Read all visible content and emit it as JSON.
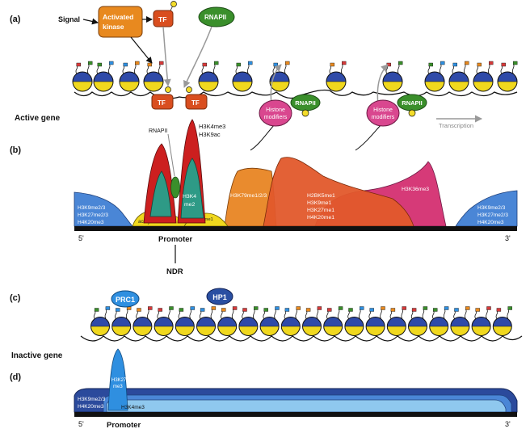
{
  "panel_labels": {
    "a": "(a)",
    "b": "(b)",
    "c": "(c)",
    "d": "(d)"
  },
  "sections": {
    "active": "Active gene",
    "inactive": "Inactive gene"
  },
  "panel_a": {
    "signal": "Signal",
    "kinase": [
      "Activated",
      "kinase"
    ],
    "tf": "TF",
    "rnapii": "RNAPII",
    "histone_modifiers": [
      "Histone",
      "modifiers"
    ],
    "transcription": "Transcription"
  },
  "panel_b": {
    "rnapii": "RNAPII",
    "h3k4me3": "H3K4me3",
    "h3k9ac": "H3K9ac",
    "h3k4me2": [
      "H3K4",
      "me2"
    ],
    "acetylation": "acetylation",
    "h3k4me1": "H3K4me1",
    "h3k79": "H3K79me1/2/3",
    "h2bk5_group": [
      "H2BK5me1",
      "H3K9me1",
      "H3K27me1",
      "H4K20me1"
    ],
    "h3k36": "H3K36me3",
    "repressive_left": [
      "H3K9me2/3",
      "H3K27me2/3",
      "H4K20me3"
    ],
    "repressive_right": [
      "H3K9me2/3",
      "H3K27me2/3",
      "H4K20me3"
    ],
    "five_prime": "5'",
    "three_prime": "3'",
    "promoter": "Promoter",
    "ndr": "NDR"
  },
  "panel_c": {
    "prc1": "PRC1",
    "hp1": "HP1"
  },
  "panel_d": {
    "h3k27me3": [
      "H3K27",
      "me3"
    ],
    "repressive": [
      "H3K9me2/3",
      "H4K20me3"
    ],
    "h3k4me3": "H3K4me3",
    "five_prime": "5'",
    "three_prime": "3'",
    "promoter": "Promoter"
  },
  "colors": {
    "kinase": "#e8891f",
    "tf": "#d94e1f",
    "rnapii": "#3a8f2b",
    "histone_modifier": "#d9478f",
    "nucleosome_top": "#2f4aa8",
    "nucleosome_bottom": "#f0d81e",
    "repressive_blue": "#4a86d6",
    "h3k4me3_red": "#cc1f1f",
    "h3k4me2_teal": "#2e9a86",
    "h3k79_orange": "#e98b2e",
    "h2bk5_orange_red": "#e2582b",
    "h3k36_magenta": "#d63a78",
    "prc1_blue": "#2f8fe0",
    "hp1_navy": "#2a4fa2",
    "inactive_navy": "#2b4a9c",
    "inactive_light": "#8fc8ee"
  }
}
